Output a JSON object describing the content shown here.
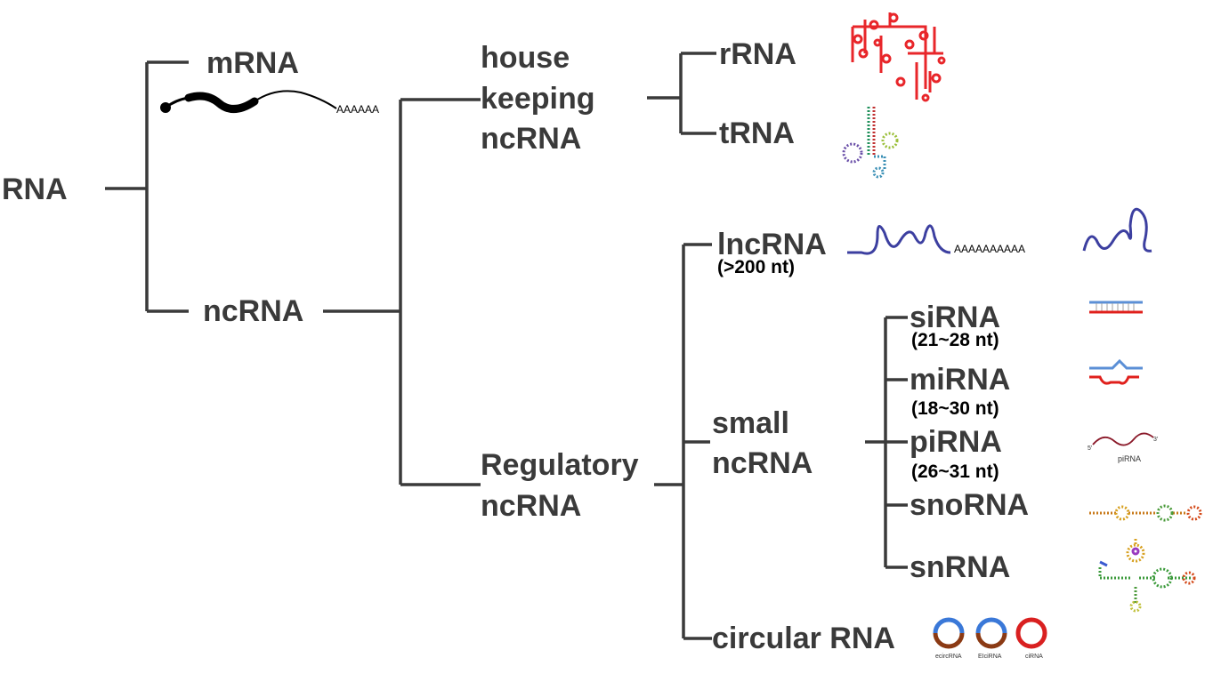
{
  "tree": {
    "root": "RNA",
    "mrna": "mRNA",
    "mrna_tail": "AAAAAA",
    "ncrna": "ncRNA",
    "housekeeping": [
      "house",
      "keeping",
      "ncRNA"
    ],
    "rrna": "rRNA",
    "trna": "tRNA",
    "regulatory": [
      "Regulatory",
      "ncRNA"
    ],
    "lncrna": "lncRNA",
    "lncrna_size": "(>200 nt)",
    "lncrna_tail": "AAAAAAAAAA",
    "small": [
      "small",
      "ncRNA"
    ],
    "sirna": "siRNA",
    "sirna_size": "(21~28 nt)",
    "mirna": "miRNA",
    "mirna_size": "(18~30 nt)",
    "pirna": "piRNA",
    "pirna_size": "(26~31 nt)",
    "pirna_icon_label": "piRNA",
    "pirna_icon_5": "5'",
    "pirna_icon_3": "3'",
    "snorna": "snoRNA",
    "snrna": "snRNA",
    "circrna": "circular RNA",
    "circ_types": [
      "ecircRNA",
      "EIciRNA",
      "ciRNA"
    ]
  },
  "colors": {
    "line": "#3a3a3a",
    "rrna_structure": "#e8262a",
    "lnc_strand": "#3c3fa0",
    "sirna_top": "#5b8fd6",
    "sirna_bottom": "#e0201c",
    "pirna_strand": "#8b1a2a",
    "circ_blue": "#3a78d8",
    "circ_brown": "#8b3a14",
    "circ_red": "#d92020"
  }
}
